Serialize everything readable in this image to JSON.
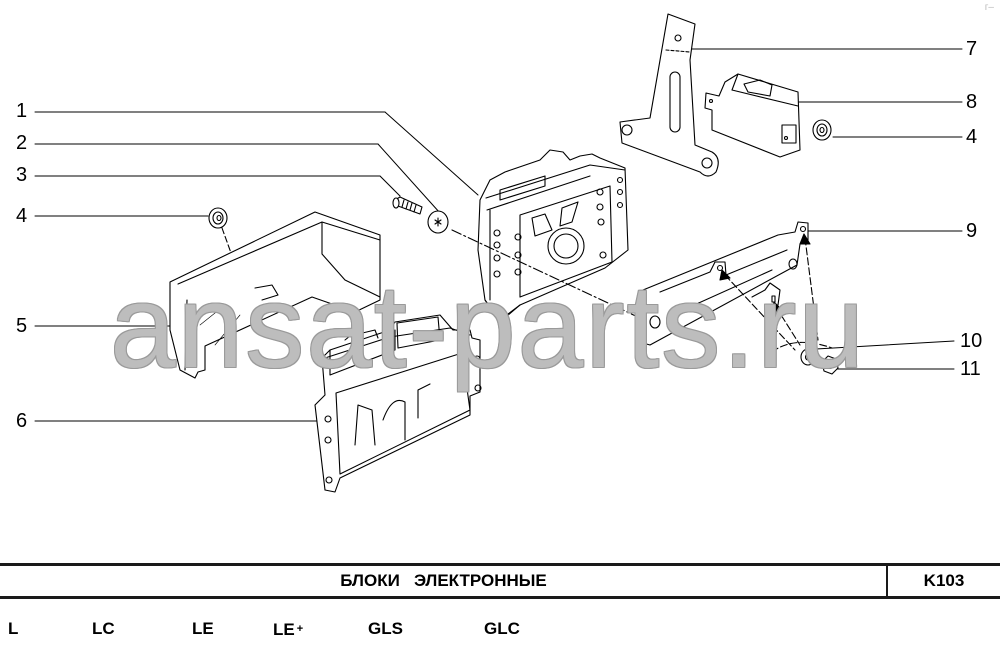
{
  "diagram": {
    "watermark": "ansat-parts.ru",
    "corner_mark": "г–",
    "callouts": [
      {
        "id": "c1",
        "label": "1"
      },
      {
        "id": "c2",
        "label": "2"
      },
      {
        "id": "c3",
        "label": "3"
      },
      {
        "id": "c4a",
        "label": "4"
      },
      {
        "id": "c5",
        "label": "5"
      },
      {
        "id": "c6",
        "label": "6"
      },
      {
        "id": "c7",
        "label": "7"
      },
      {
        "id": "c8",
        "label": "8"
      },
      {
        "id": "c4b",
        "label": "4"
      },
      {
        "id": "c9",
        "label": "9"
      },
      {
        "id": "c10",
        "label": "10"
      },
      {
        "id": "c11",
        "label": "11"
      }
    ]
  },
  "title_block": {
    "title": "БЛОКИ   ЭЛЕКТРОННЫЕ",
    "code": "K103"
  },
  "variants": [
    {
      "label": "L"
    },
    {
      "label": "LC"
    },
    {
      "label": "LE"
    },
    {
      "label": "LE",
      "suffix": "+"
    },
    {
      "label": "GLS"
    },
    {
      "label": "GLC"
    }
  ],
  "colors": {
    "line": "#000000",
    "watermark_stroke": "#9a9a9a",
    "rule": "#1a1a1a"
  }
}
